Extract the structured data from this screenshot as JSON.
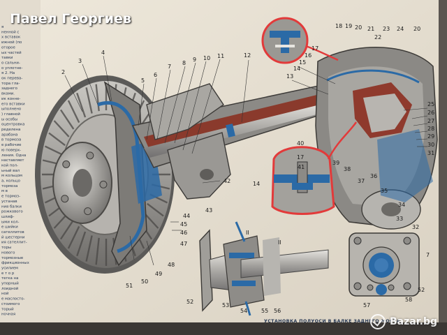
{
  "title_overlay": "Павел Георгиев",
  "caption": "УСТАНОВКА ПОЛУОСИ В БАЛКЕ ЗАДНЕГО МОСТА",
  "watermark": "Bazar.bg",
  "side_text": [
    "я",
    "ненной с",
    "х вставок",
    "ижной (по",
    "оторое",
    "ых частей",
    "тавки",
    "о сальни-",
    "о уплотне-",
    "я 2. На",
    "ок перева-",
    "тора гла-",
    "заднего",
    "вками.",
    "ик конне-",
    "его вставки",
    "ыполнено",
    ") главной",
    "ы особы",
    "оцентровка",
    "ределена",
    "арабана",
    "в тормоза",
    "е рабочие",
    "ю поверх-",
    "ления. Одна",
    "наставляет",
    "кой пол-",
    "ьный вал",
    "м кольцом",
    "а, кольцо",
    "тормоза",
    "м в",
    "е тормоз-",
    "устанав",
    "ния балки",
    "рожкового",
    "шлиф-",
    "ыми кол-",
    "е шийки",
    "сателлитов",
    "й шестерни",
    "ия сателлит-",
    "торы",
    "нового",
    "тормозные",
    "фрикционных",
    "усилием",
    "е т о р",
    "тегка на",
    "упорный",
    "лоидной",
    "ной",
    "е маслосто-",
    "стоимого",
    "торый",
    "ночная"
  ],
  "callouts": [
    "2",
    "3",
    "4",
    "5",
    "6",
    "7",
    "8",
    "9",
    "10",
    "11",
    "12",
    "13",
    "14",
    "15",
    "16",
    "17",
    "18",
    "19",
    "20",
    "21",
    "22",
    "23",
    "24",
    "20",
    "25",
    "26",
    "27",
    "28",
    "29",
    "30",
    "31",
    "32",
    "33",
    "34",
    "35",
    "36",
    "37",
    "38",
    "39",
    "40",
    "41",
    "17",
    "14",
    "42",
    "43",
    "44",
    "45",
    "46",
    "47",
    "48",
    "49",
    "50",
    "51",
    "52",
    "53",
    "54",
    "55",
    "56",
    "57",
    "58",
    "52",
    "7",
    "II",
    "II"
  ]
}
